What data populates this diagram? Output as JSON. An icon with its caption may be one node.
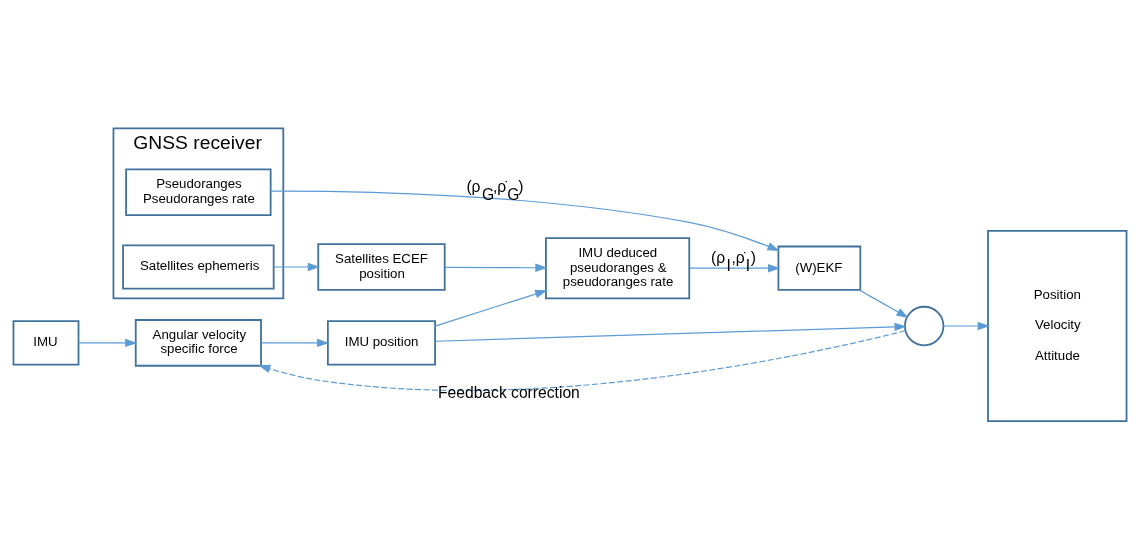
{
  "diagram": {
    "nodes": [
      {
        "text": [
          "GNSS receiver"
        ]
      },
      {
        "text": [
          "Satellites ephemeris"
        ],
        "in": 0
      },
      {
        "text": [
          "Pseudoranges Pseudoranges rate"
        ],
        "in": 0
      },
      {
        "text": [
          "Satellites ECEF position"
        ]
      },
      {
        "text": [
          "IMU deduced pseudoranges & pseudoranges rate"
        ]
      },
      {
        "text": [
          "(W)EKF"
        ]
      },
      {
        "text": [
          "IMU"
        ]
      },
      {
        "text": [
          "Angular velocity specific force"
        ]
      },
      {
        "text": [
          "IMU position"
        ]
      },
      {
        "text": [],
        "shape": "circle"
      },
      {
        "text": [
          "Position",
          "Velocity",
          "Attitude"
        ]
      }
    ],
    "edges": [
      {
        "from": 1,
        "to": 3,
        "arrow": "to"
      },
      {
        "from": 3,
        "to": 4,
        "arrow": "to"
      },
      {
        "from": 8,
        "to": 4,
        "arrow": "to"
      },
      {
        "from": 4,
        "to": 5,
        "arrow": "to",
        "label": "(ρ$_{I}$,ρ̇$_{I}$)"
      },
      {
        "from": 2,
        "to": 5,
        "arrow": "to",
        "label": "(ρ$_{G}$,ρ̇$_{G}$)"
      },
      {
        "from": 6,
        "to": 7,
        "arrow": "to"
      },
      {
        "from": 7,
        "to": 8,
        "arrow": "to"
      },
      {
        "from": 8,
        "to": 9,
        "arrow": "to"
      },
      {
        "from": 5,
        "to": 9,
        "arrow": "to"
      },
      {
        "from": 9,
        "to": 10,
        "arrow": "to"
      },
      {
        "from": 9,
        "to": 7,
        "arrow": "to",
        "style": "dashed",
        "label": "Feedback correction"
      }
    ]
  }
}
